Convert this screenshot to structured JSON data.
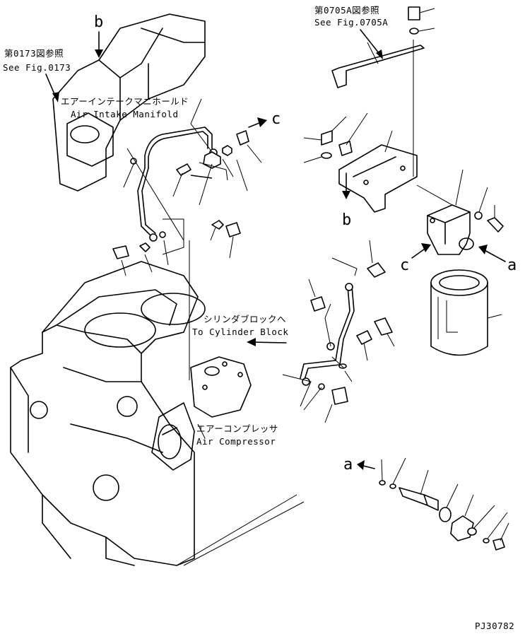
{
  "labels": {
    "ref_0705a_jp": "第0705A図参照",
    "ref_0705a_en": "See Fig.0705A",
    "ref_0173_jp": "第0173図参照",
    "ref_0173_en": "See Fig.0173",
    "manifold_jp": "エアーインテークマニホールド",
    "manifold_en": "Air Intake Manifold",
    "cyl_jp": "シリンダブロックへ",
    "cyl_en": "To Cylinder Block",
    "comp_jp": "エアーコンプレッサ",
    "comp_en": "Air Compressor"
  },
  "callouts": {
    "b_top": "b",
    "b_mid": "b",
    "c_top": "c",
    "c_mid": "c",
    "a_right": "a",
    "a_bottom": "a"
  },
  "drawing_number": "PJ30782"
}
